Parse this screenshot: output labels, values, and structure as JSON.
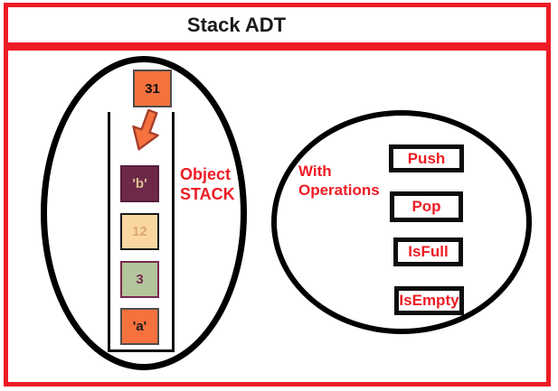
{
  "title_bar": {
    "title": "Stack ADT"
  },
  "left_group": {
    "incoming_item": "31",
    "stack_items": [
      {
        "label": "'b'",
        "fill": "#6E2949",
        "text_color": "#DCC18F",
        "border_color": "#571F3A"
      },
      {
        "label": "12",
        "fill": "#FAD7A1",
        "text_color": "#DFA56E",
        "border_color": "#1A1A1A"
      },
      {
        "label": "3",
        "fill": "#B3C59B",
        "text_color": "#76294E",
        "border_color": "#76294E"
      },
      {
        "label": "'a'",
        "fill": "#F5713D",
        "text_color": "#1A1A1A",
        "border_color": "#4D4D4D"
      }
    ],
    "label_line1": "Object",
    "label_line2": "STACK"
  },
  "right_group": {
    "label_line1": "With",
    "label_line2": "Operations",
    "operations": [
      "Push",
      "Pop",
      "IsFull",
      "IsEmpty"
    ]
  },
  "icons": {
    "push_arrow": "down-left-block-arrow"
  },
  "colors": {
    "frame_red": "#ED1C24",
    "label_red": "#ED1C24",
    "orange": "#F5713D",
    "arrow_outline": "#A33E2B",
    "ellipse_black": "#000000"
  }
}
